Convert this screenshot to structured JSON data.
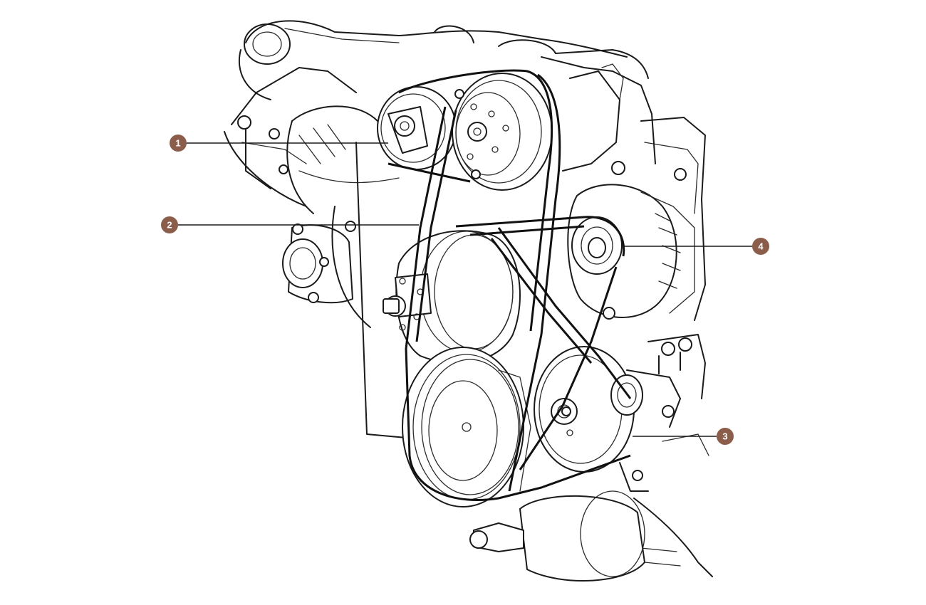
{
  "diagram": {
    "callout_color": "#8b5e4b",
    "callouts": [
      {
        "label": "1"
      },
      {
        "label": "2"
      },
      {
        "label": "3"
      },
      {
        "label": "4"
      }
    ]
  }
}
